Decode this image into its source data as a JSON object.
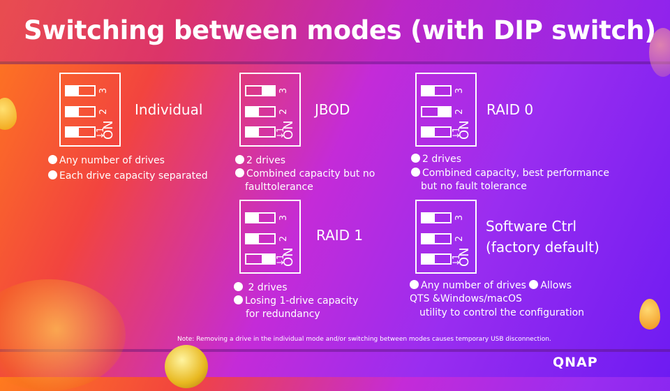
{
  "title": "Switching between modes (with DIP switch)",
  "dip_labels": {
    "n3": "3",
    "n2": "2",
    "n1": "1",
    "arrow": "↓",
    "on": "ON"
  },
  "modes": [
    {
      "name": "Individual",
      "switches": [
        "off",
        "off",
        "off"
      ],
      "bullets": [
        "Any number of drives",
        "Each drive capacity separated"
      ],
      "cont": []
    },
    {
      "name": "JBOD",
      "switches": [
        "on",
        "off",
        "off"
      ],
      "bullets": [
        "2 drives",
        "Combined capacity but no"
      ],
      "cont": [
        "faulttolerance"
      ]
    },
    {
      "name": "RAID 0",
      "switches": [
        "off",
        "on",
        "off"
      ],
      "bullets": [
        "2 drives",
        "Combined capacity, best performance"
      ],
      "cont": [
        "but no fault tolerance"
      ]
    },
    {
      "name": "RAID 1",
      "switches": [
        "off",
        "off",
        "on"
      ],
      "bullets": [
        " 2 drives",
        "Losing 1-drive capacity"
      ],
      "cont": [
        "for redundancy"
      ]
    },
    {
      "name": [
        "Software Ctrl",
        "(factory default)"
      ],
      "switches": [
        "off",
        "off",
        "off"
      ],
      "bullets": [
        "Any  number  of  drives",
        "Allows"
      ],
      "cont": [
        "QTS &Windows/macOS",
        "utility to control the configuration"
      ]
    }
  ],
  "note": "Note: Removing a drive in the individual mode and/or switching between modes causes temporary USB disconnection.",
  "logo": "QNAP"
}
